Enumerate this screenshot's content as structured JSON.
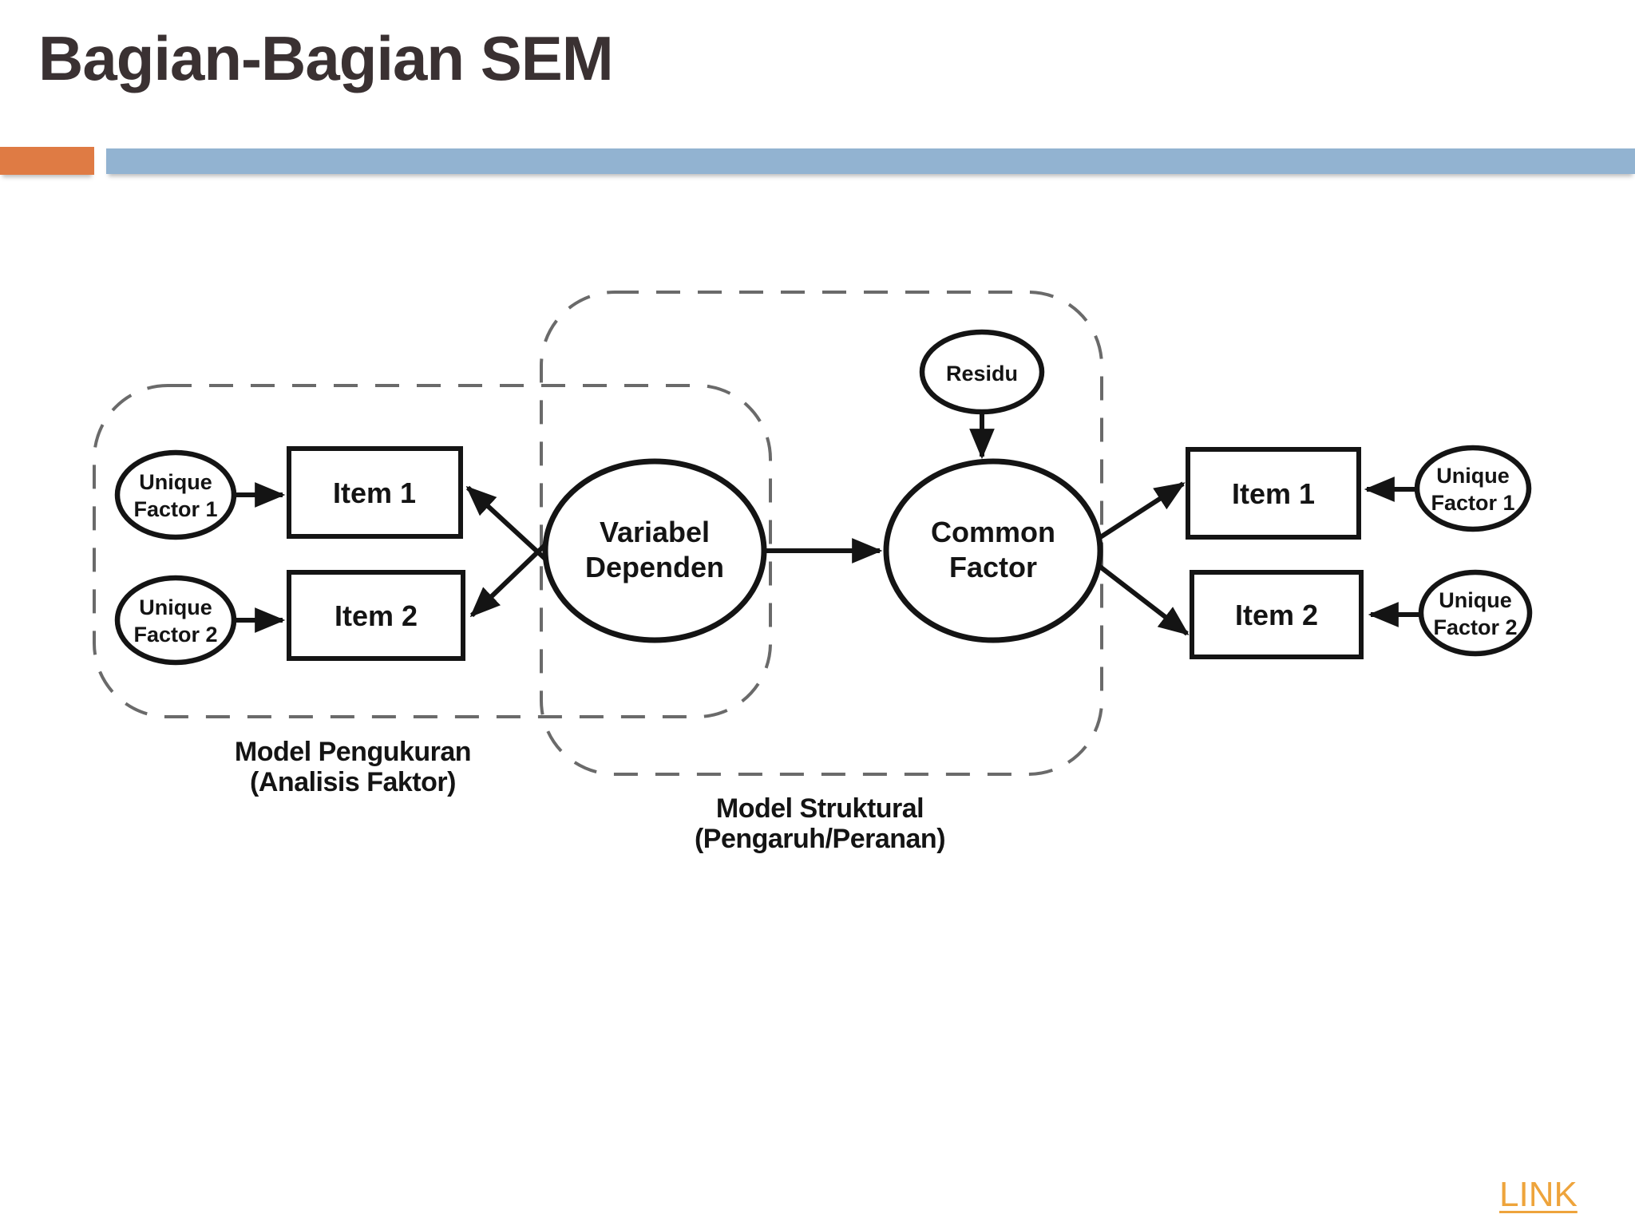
{
  "slide": {
    "title": "Bagian-Bagian SEM",
    "link_label": "LINK"
  },
  "colors": {
    "title_text": "#3a3132",
    "accent_bar_orange": "#df7b44",
    "accent_bar_blue": "#92b3d1",
    "diagram_stroke": "#141414",
    "dashed_region_stroke": "#6a6a6a",
    "link_text": "#eea43c"
  },
  "diagram": {
    "regions": {
      "measurement": {
        "label_line1": "Model Pengukuran",
        "label_line2": "(Analisis Faktor)"
      },
      "structural": {
        "label_line1": "Model Struktural",
        "label_line2": "(Pengaruh/Peranan)"
      }
    },
    "nodes": {
      "unique_factor_left_1": {
        "line1": "Unique",
        "line2": "Factor 1"
      },
      "unique_factor_left_2": {
        "line1": "Unique",
        "line2": "Factor 2"
      },
      "item_left_1": {
        "label": "Item 1"
      },
      "item_left_2": {
        "label": "Item 2"
      },
      "variabel_dependen": {
        "line1": "Variabel",
        "line2": "Dependen"
      },
      "residu": {
        "label": "Residu"
      },
      "common_factor": {
        "line1": "Common",
        "line2": "Factor"
      },
      "item_right_1": {
        "label": "Item 1"
      },
      "item_right_2": {
        "label": "Item 2"
      },
      "unique_factor_right_1": {
        "line1": "Unique",
        "line2": "Factor 1"
      },
      "unique_factor_right_2": {
        "line1": "Unique",
        "line2": "Factor 2"
      }
    }
  }
}
